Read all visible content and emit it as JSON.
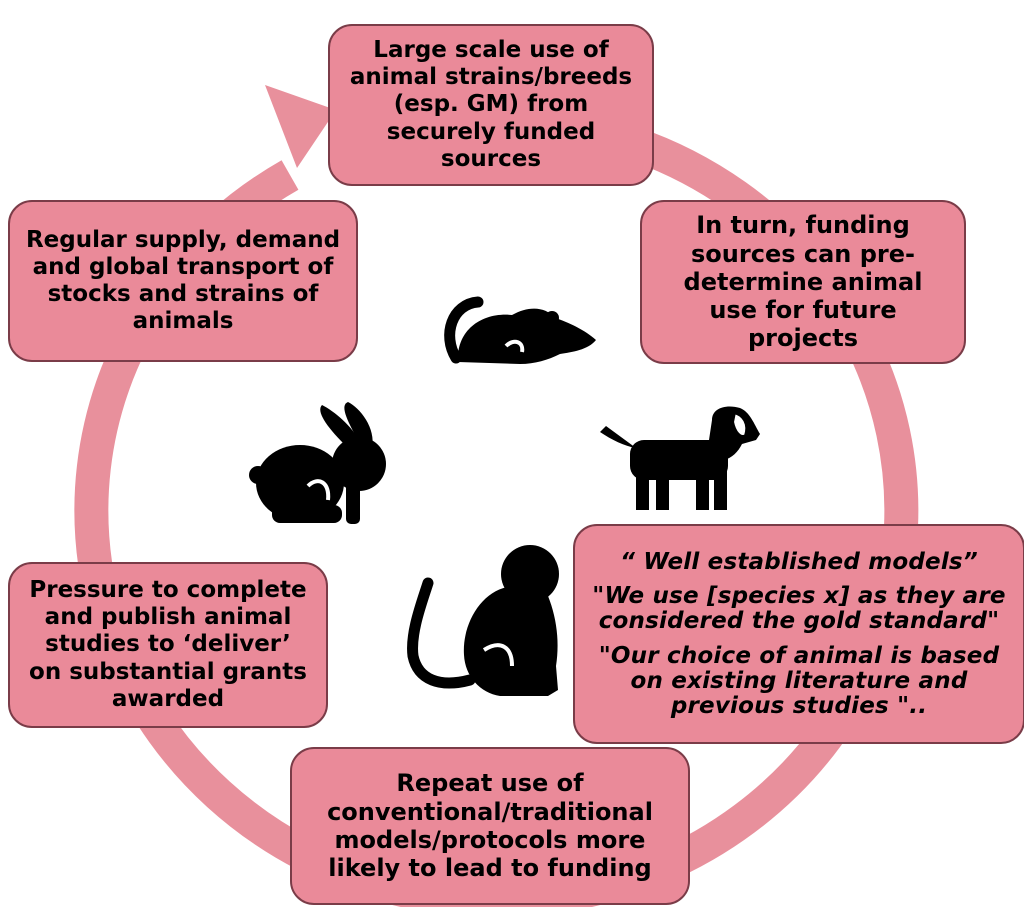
{
  "colors": {
    "cycle_arrow": "#e8909c",
    "box_fill": "#ea8a99",
    "box_border": "#7a3c48",
    "icon_fill": "#000000"
  },
  "boxes": {
    "top": "Large scale use of animal strains/breeds (esp. GM) from securely funded sources",
    "right_upper": "In turn, funding sources can pre-determine animal use for future projects",
    "quotes": [
      "“ Well established models”",
      "\"We use [species x] as they are considered the gold standard\"",
      "\"Our choice of animal is based on existing literature and previous studies \".."
    ],
    "bottom": "Repeat use of conventional/traditional models/protocols more likely to lead to funding",
    "left_lower": "Pressure to complete and publish animal studies to ‘deliver’ on substantial grants awarded",
    "left_upper": "Regular supply, demand and global transport of stocks and strains of animals"
  },
  "icons": [
    "mouse-icon",
    "dog-icon",
    "monkey-icon",
    "rabbit-icon"
  ]
}
